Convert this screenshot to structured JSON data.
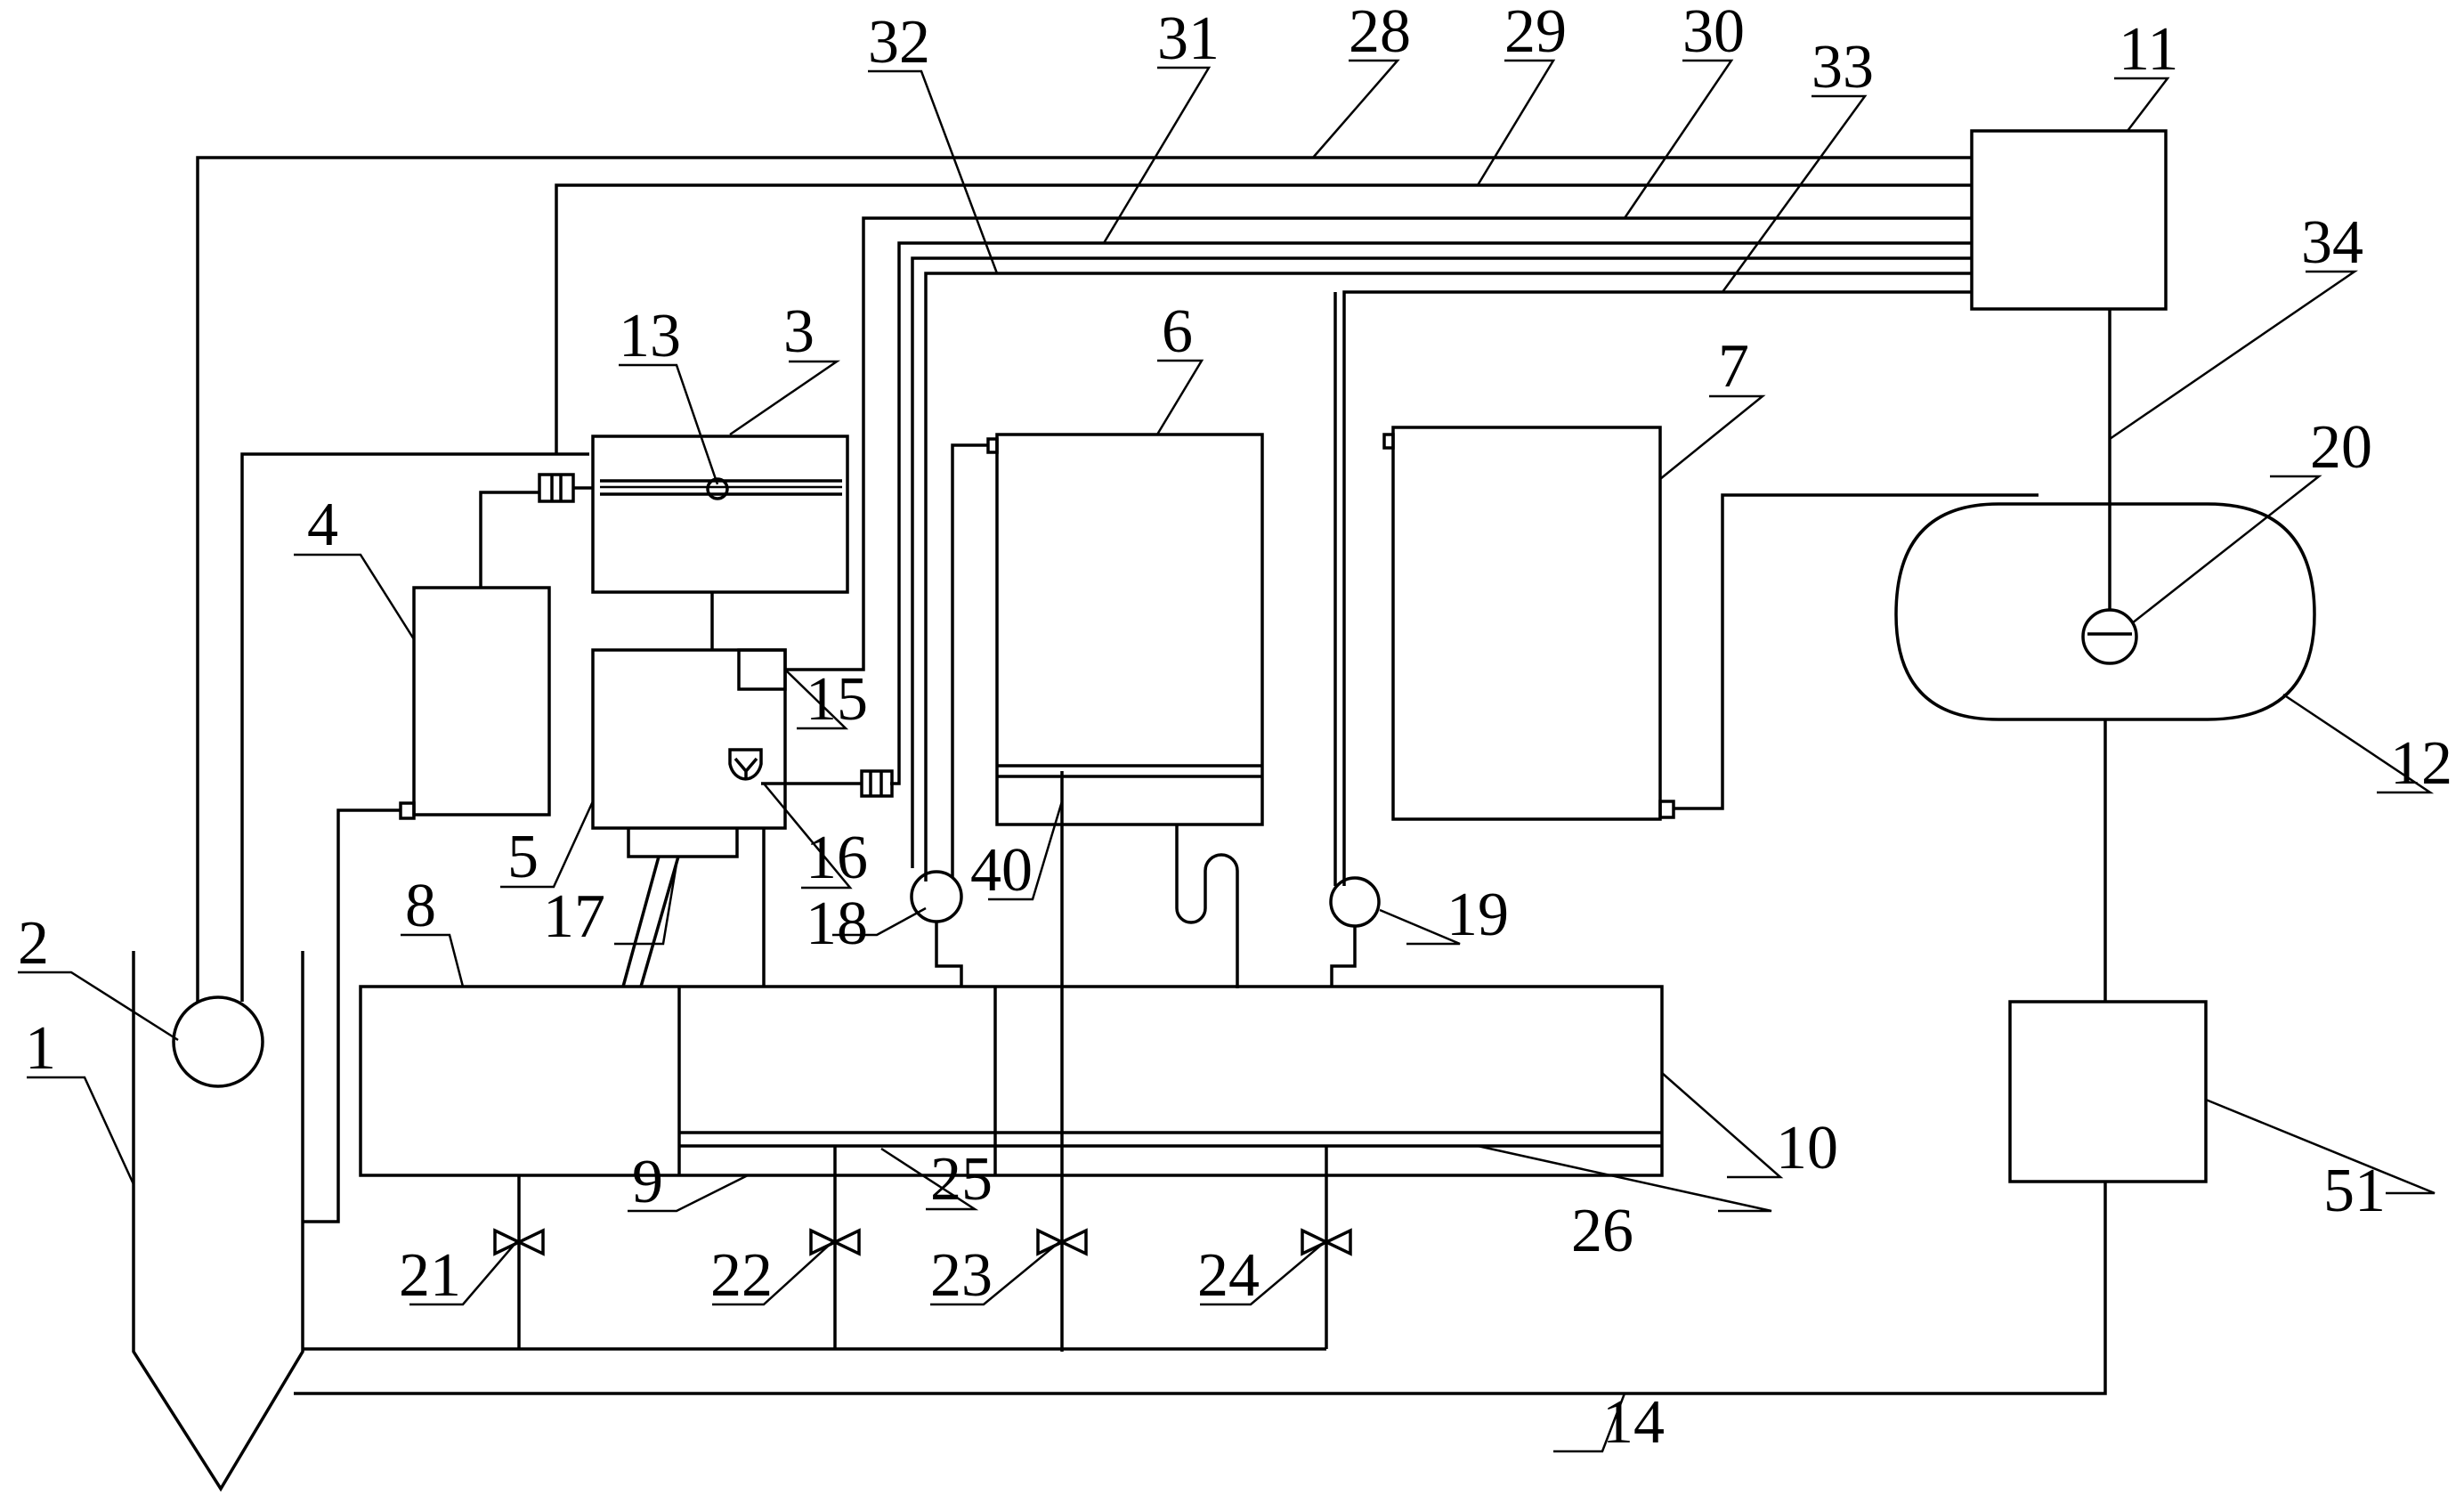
{
  "labels": {
    "l1": "1",
    "l2": "2",
    "l3": "3",
    "l4": "4",
    "l5": "5",
    "l6": "6",
    "l7": "7",
    "l8": "8",
    "l9": "9",
    "l10": "10",
    "l11": "11",
    "l12": "12",
    "l13": "13",
    "l14": "14",
    "l15": "15",
    "l16": "16",
    "l17": "17",
    "l18": "18",
    "l19": "19",
    "l20": "20",
    "l21": "21",
    "l22": "22",
    "l23": "23",
    "l24": "24",
    "l25": "25",
    "l26": "26",
    "l28": "28",
    "l29": "29",
    "l30": "30",
    "l31": "31",
    "l32": "32",
    "l33": "33",
    "l34": "34",
    "l40": "40",
    "l51": "51"
  }
}
